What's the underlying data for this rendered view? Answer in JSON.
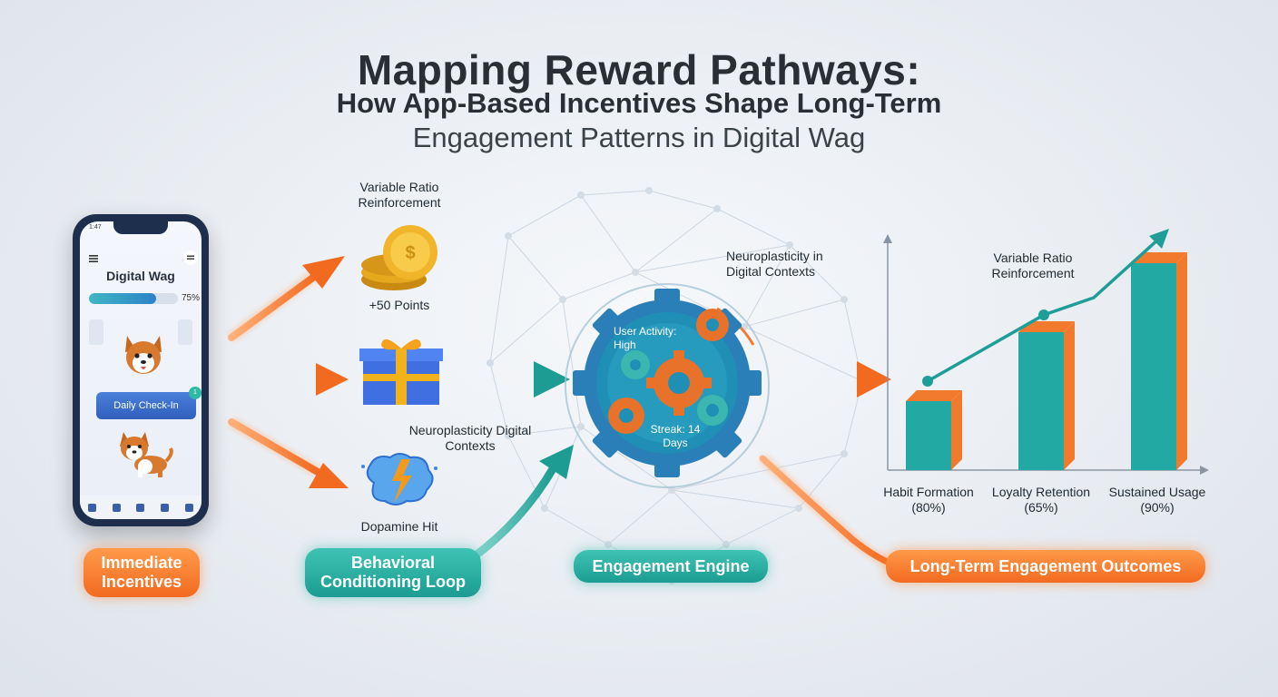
{
  "title": {
    "main": "Mapping Reward Pathways:",
    "line2": "How App-Based Incentives Shape Long-Term",
    "line3": "Engagement Patterns in Digital Wag"
  },
  "phone": {
    "status_time": "1:47",
    "app_title": "Digital Wag",
    "progress_label": "75%",
    "progress_value": 0.75,
    "checkin_button": "Daily Check-In",
    "badge": "1"
  },
  "incentives": {
    "label_variable_ratio": "Variable Ratio Reinforcement",
    "points": "+50 Points",
    "label_neuro": "Neuroplasticity Digital Contexts",
    "dopamine": "Dopamine Hit"
  },
  "engine": {
    "label_neuro": "Neuroplasticity in Digital Contexts",
    "user_activity": "User Activity: High",
    "streak": "Streak: 14 Days"
  },
  "stages": {
    "immediate": "Immediate Incentives",
    "behavioral": "Behavioral Conditioning Loop",
    "engine": "Engagement Engine",
    "outcomes": "Long-Term Engagement Outcomes"
  },
  "chart_data": {
    "type": "bar",
    "title": "",
    "annotation": "Variable Ratio Reinforcement",
    "categories": [
      "Habit Formation",
      "Loyalty Retention",
      "Sustained Usage"
    ],
    "value_labels": [
      "(80%)",
      "(65%)",
      "(90%)"
    ],
    "values": [
      80,
      65,
      90
    ],
    "bar_heights_shown": [
      1,
      2,
      3
    ],
    "colors": {
      "bar_front": "#22a9a3",
      "bar_side": "#f27a2c",
      "line": "#1f9e98"
    }
  },
  "colors": {
    "orange": "#f27a2c",
    "teal": "#22a9a3"
  }
}
